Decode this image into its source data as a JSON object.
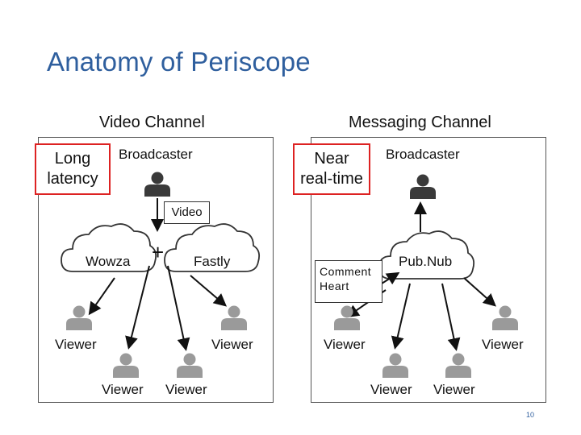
{
  "title": "Anatomy of Periscope",
  "page_number": "10",
  "colors": {
    "title": "#2f5f9e",
    "highlight_border": "#d22222",
    "broadcaster_icon": "#3a3a3a",
    "viewer_icon": "#9a9a9a",
    "arrow": "#111111"
  },
  "video_channel": {
    "heading": "Video Channel",
    "latency_badge": [
      "Long",
      "latency"
    ],
    "broadcaster_label": "Broadcaster",
    "video_label": "Video",
    "cdn_left": "Wowza",
    "plus": "+",
    "cdn_right": "Fastly",
    "viewers": [
      "Viewer",
      "Viewer",
      "Viewer",
      "Viewer"
    ]
  },
  "messaging_channel": {
    "heading": "Messaging Channel",
    "latency_badge": [
      "Near",
      "real-time"
    ],
    "broadcaster_label": "Broadcaster",
    "message_types": [
      "Comment",
      "Heart"
    ],
    "service": "Pub.Nub",
    "viewers": [
      "Viewer",
      "Viewer",
      "Viewer",
      "Viewer"
    ]
  },
  "icons": {
    "broadcaster": "person-icon-dark",
    "viewer": "person-icon-grey",
    "cloud": "cloud-icon"
  }
}
